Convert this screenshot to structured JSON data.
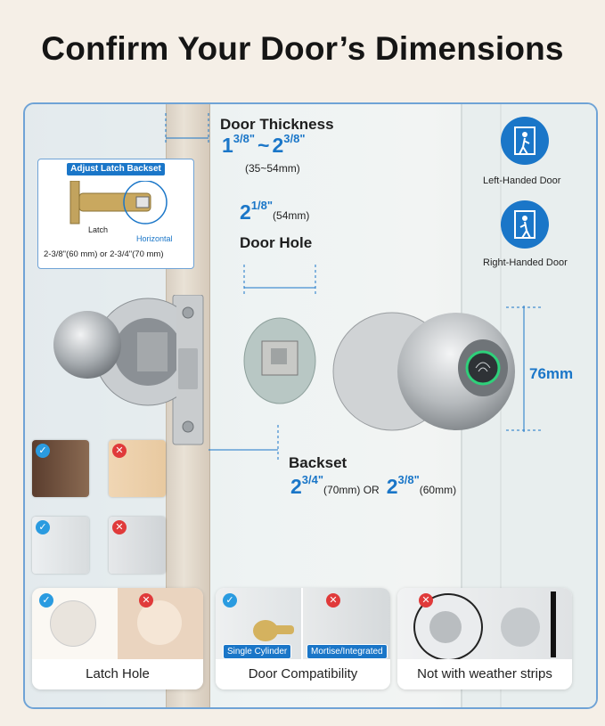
{
  "headline": "Confirm Your Door’s Dimensions",
  "thickness": {
    "label": "Door Thickness",
    "from_whole": "1",
    "from_frac": "3/8\"",
    "sep": "~",
    "to_whole": "2",
    "to_frac": "3/8\"",
    "metric": "(35~54mm)"
  },
  "door_hole": {
    "whole": "2",
    "frac": "1/8\"",
    "metric": "(54mm)",
    "label": "Door Hole"
  },
  "height": {
    "value": "76mm"
  },
  "backset": {
    "label": "Backset",
    "a_whole": "2",
    "a_frac": "3/4\"",
    "a_metric": "(70mm) OR",
    "b_whole": "2",
    "b_frac": "3/8\"",
    "b_metric": "(60mm)"
  },
  "latch_box": {
    "title": "Adjust Latch Backset",
    "latch": "Latch",
    "horizontal": "Horizontal",
    "sizes": "2-3/8\"(60 mm) or 2-3/4\"(70 mm)"
  },
  "handing": {
    "left": "Left-Handed Door",
    "right": "Right-Handed Door"
  },
  "cards": {
    "latch_hole": "Latch Hole",
    "compat": "Door Compatibility",
    "single": "Single Cylinder",
    "mortise": "Mortise/Integrated",
    "weather": "Not with weather strips"
  },
  "colors": {
    "accent": "#1a76c8",
    "ok": "#2a9be0",
    "no": "#e03a3a"
  }
}
